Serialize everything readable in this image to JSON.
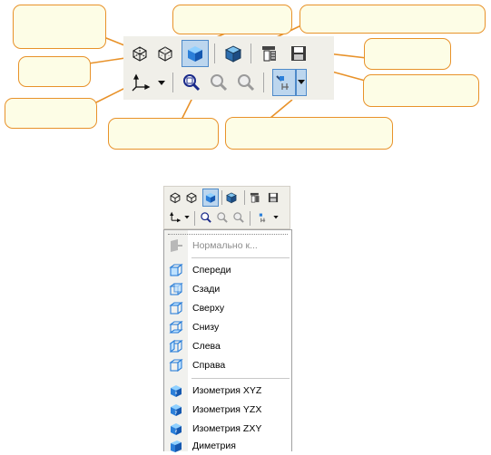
{
  "callouts": [
    "",
    "",
    "",
    "",
    "",
    "",
    "",
    "",
    "",
    ""
  ],
  "toolbar": {
    "buttons": [
      "wireframe-icon",
      "hidden-lines-icon",
      "shaded-icon",
      "shaded-edges-icon",
      "perspective-icon",
      "save-view-icon"
    ],
    "row2": [
      "orientation-icon",
      "dropdown-arrow-icon",
      "zoom-window-icon",
      "zoom-in-icon",
      "zoom-out-icon",
      "filter-icon",
      "dropdown-arrow-icon"
    ],
    "active": [
      "shaded-icon",
      "filter-icon"
    ],
    "accent": "#2b7fd9",
    "callout_border": "#e8922a",
    "callout_fill": "#fdfde6"
  },
  "menu": {
    "items": [
      {
        "label": "Нормально к...",
        "icon": "normal-to-icon",
        "disabled": true
      },
      {
        "label": "Спереди",
        "icon": "view-front-icon"
      },
      {
        "label": "Сзади",
        "icon": "view-back-icon"
      },
      {
        "label": "Сверху",
        "icon": "view-top-icon"
      },
      {
        "label": "Снизу",
        "icon": "view-bottom-icon"
      },
      {
        "label": "Слева",
        "icon": "view-left-icon"
      },
      {
        "label": "Справа",
        "icon": "view-right-icon"
      },
      {
        "label": "Изометрия XYZ",
        "icon": "iso-xyz-icon"
      },
      {
        "label": "Изометрия YZX",
        "icon": "iso-yzx-icon"
      },
      {
        "label": "Изометрия ZXY",
        "icon": "iso-zxy-icon"
      },
      {
        "label": "Диметрия",
        "icon": "dimetric-icon"
      }
    ]
  }
}
